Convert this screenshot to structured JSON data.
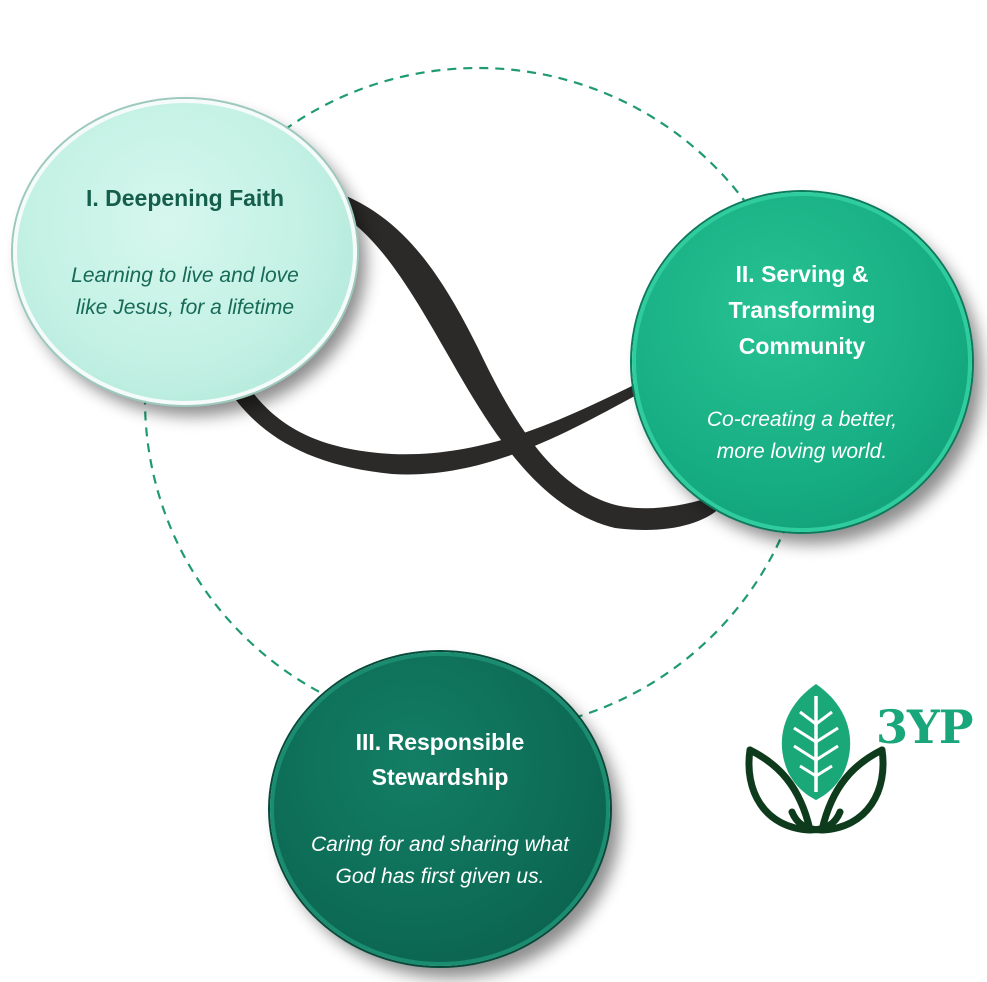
{
  "pillars": [
    {
      "title": "I. Deepening Faith",
      "description": "Learning to live and love\nlike Jesus, for a lifetime"
    },
    {
      "title": "II. Serving &\nTransforming\nCommunity",
      "description": "Co-creating a better,\nmore loving world."
    },
    {
      "title": "III. Responsible\nStewardship",
      "description": "Caring for and sharing what\nGod has first given us."
    }
  ],
  "logo": {
    "text": "3YP",
    "icon": "leaf-sprout-icon"
  },
  "colors": {
    "light_mint": "#c3f1e4",
    "emerald": "#16ad82",
    "deep_green": "#0d6b55",
    "dark_ribbon": "#2b2a28",
    "dashed_ring": "#1f9a73",
    "logo_green": "#19a67a",
    "logo_dark": "#0e3b1c"
  }
}
